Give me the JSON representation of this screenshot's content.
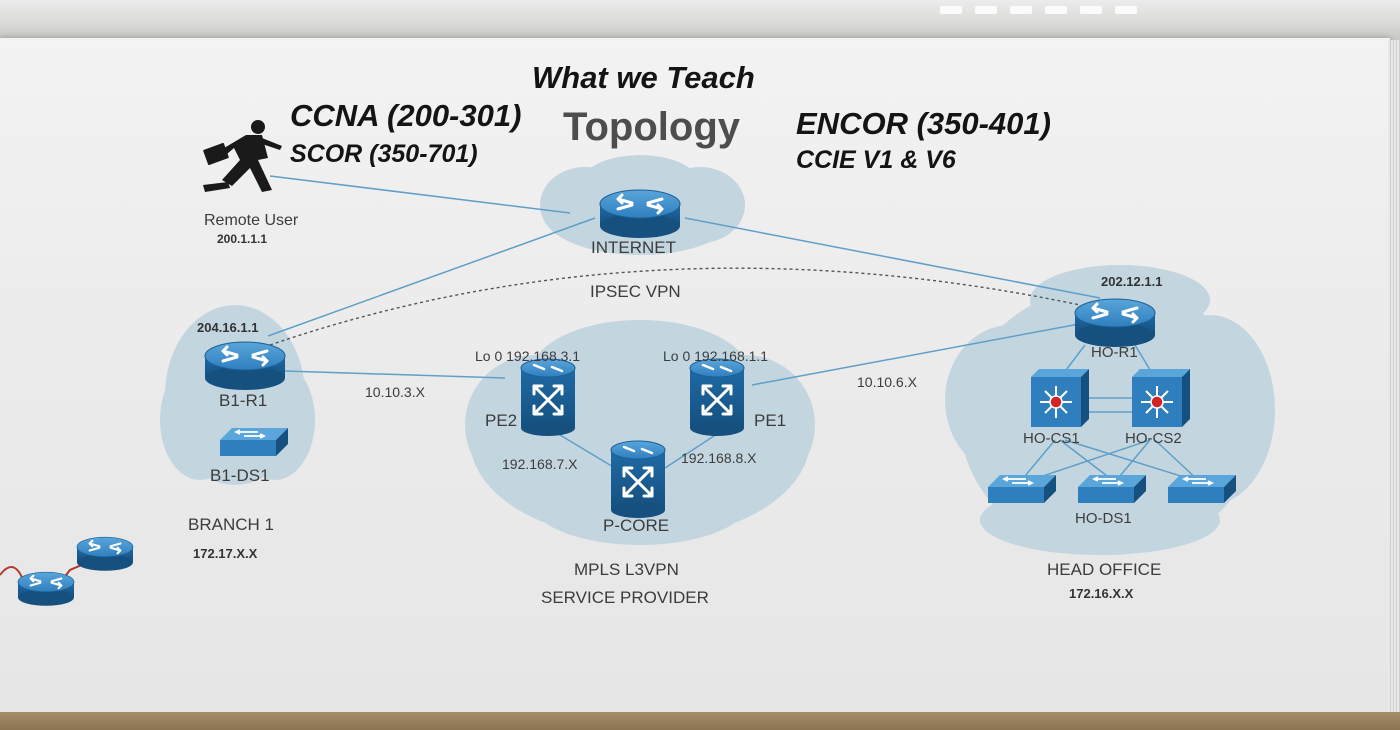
{
  "header": {
    "what_we_teach": "What we Teach",
    "topology": "Topology",
    "ccna": "CCNA (200-301)",
    "scor": "SCOR (350-701)",
    "encor": "ENCOR (350-401)",
    "ccie": "CCIE V1 & V6"
  },
  "remote_user": {
    "label": "Remote User",
    "ip": "200.1.1.1"
  },
  "internet": {
    "label": "INTERNET",
    "vpn": "IPSEC VPN"
  },
  "branch": {
    "router_ip": "204.16.1.1",
    "router": "B1-R1",
    "switch": "B1-DS1",
    "name": "BRANCH 1",
    "network": "172.17.X.X",
    "link_to_pe2": "10.10.3.X"
  },
  "mpls": {
    "pe2_loopback": "Lo 0 192.168.3.1",
    "pe1_loopback": "Lo 0 192.168.1.1",
    "pe2": "PE2",
    "pe1": "PE1",
    "link_pe2_core": "192.168.7.X",
    "link_pe1_core": "192.168.8.X",
    "core": "P-CORE",
    "line1": "MPLS L3VPN",
    "line2": "SERVICE PROVIDER"
  },
  "head_office": {
    "router_ip": "202.12.1.1",
    "router": "HO-R1",
    "core_switch_1": "HO-CS1",
    "core_switch_2": "HO-CS2",
    "access_switch": "HO-DS1",
    "name": "HEAD OFFICE",
    "network": "172.16.X.X",
    "link_to_pe1": "10.10.6.X"
  },
  "colors": {
    "device_blue": "#2f7fbf",
    "cloud": "#c3d6e0",
    "link": "#5f9fc8",
    "board": "#ededed"
  }
}
